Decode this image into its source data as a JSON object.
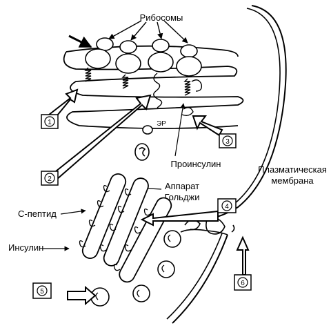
{
  "labels": {
    "ribosomes": "Рибосомы",
    "er": "ЭР",
    "proinsulin": "Проинсулин",
    "plasma_membrane_line1": "Плазматическая",
    "plasma_membrane_line2": "мембрана",
    "golgi_line1": "Аппарат",
    "golgi_line2": "Гольджи",
    "c_peptide": "С-пептид",
    "insulin": "Инсулин"
  },
  "steps": [
    "1",
    "2",
    "3",
    "4",
    "5",
    "6"
  ],
  "colors": {
    "stroke": "#000000",
    "background": "#ffffff"
  }
}
